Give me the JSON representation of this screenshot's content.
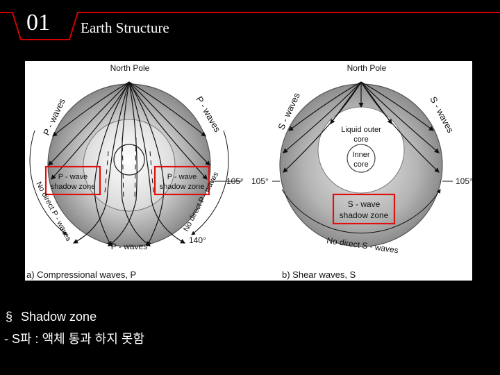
{
  "header": {
    "slide_number": "01",
    "title": "Earth Structure",
    "accent_color": "#d40000"
  },
  "figure": {
    "left": {
      "north_pole": "North Pole",
      "p_waves_left": "P - waves",
      "p_waves_right": "P - waves",
      "shadow_left_1": "P - wave",
      "shadow_left_2": "shadow zone",
      "shadow_right_1": "P - wave",
      "shadow_right_2": "shadow zone",
      "angle_105": "105°",
      "angle_140": "140°",
      "no_direct_left": "No direct P - waves",
      "no_direct_right": "No direct P - waves",
      "p_waves_bottom": "P - waves",
      "caption": "a) Compressional waves, P"
    },
    "right": {
      "north_pole": "North Pole",
      "s_waves_left": "S - waves",
      "s_waves_right": "S - waves",
      "outer_core_1": "Liquid outer",
      "outer_core_2": "core",
      "inner_core_1": "Inner",
      "inner_core_2": "core",
      "angle_105_left": "105°",
      "angle_105_right": "105°",
      "shadow_1": "S - wave",
      "shadow_2": "shadow zone",
      "no_direct": "No direct S - waves",
      "caption": "b) Shear waves, S"
    },
    "highlight_color": "#e01010"
  },
  "body": {
    "bullet_marker": "§",
    "bullet_text": "Shadow zone",
    "note": "- S파 : 액체 통과 하지 못함"
  }
}
